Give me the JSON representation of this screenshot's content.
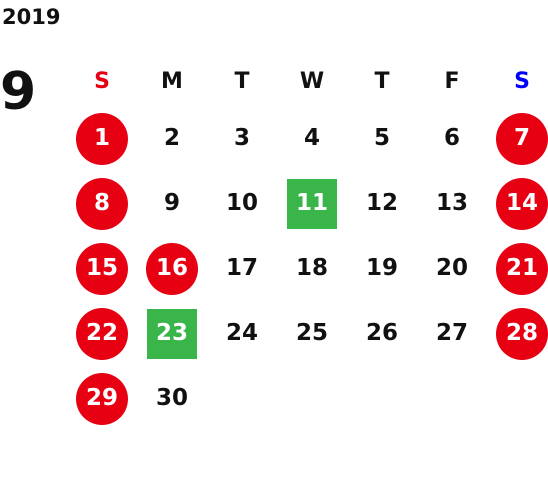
{
  "header": {
    "year": "2019",
    "month": "9"
  },
  "colors": {
    "holiday": "#e60012",
    "event": "#39b54a",
    "sunday_header": "#e60012",
    "saturday_header": "#0000ff"
  },
  "weekdays": [
    "S",
    "M",
    "T",
    "W",
    "T",
    "F",
    "S"
  ],
  "weeks": [
    [
      {
        "label": "1",
        "type": "holiday"
      },
      {
        "label": "2",
        "type": "normal"
      },
      {
        "label": "3",
        "type": "normal"
      },
      {
        "label": "4",
        "type": "normal"
      },
      {
        "label": "5",
        "type": "normal"
      },
      {
        "label": "6",
        "type": "normal"
      },
      {
        "label": "7",
        "type": "holiday"
      }
    ],
    [
      {
        "label": "8",
        "type": "holiday"
      },
      {
        "label": "9",
        "type": "normal"
      },
      {
        "label": "10",
        "type": "normal"
      },
      {
        "label": "11",
        "type": "event"
      },
      {
        "label": "12",
        "type": "normal"
      },
      {
        "label": "13",
        "type": "normal"
      },
      {
        "label": "14",
        "type": "holiday"
      }
    ],
    [
      {
        "label": "15",
        "type": "holiday"
      },
      {
        "label": "16",
        "type": "holiday"
      },
      {
        "label": "17",
        "type": "normal"
      },
      {
        "label": "18",
        "type": "normal"
      },
      {
        "label": "19",
        "type": "normal"
      },
      {
        "label": "20",
        "type": "normal"
      },
      {
        "label": "21",
        "type": "holiday"
      }
    ],
    [
      {
        "label": "22",
        "type": "holiday"
      },
      {
        "label": "23",
        "type": "event"
      },
      {
        "label": "24",
        "type": "normal"
      },
      {
        "label": "25",
        "type": "normal"
      },
      {
        "label": "26",
        "type": "normal"
      },
      {
        "label": "27",
        "type": "normal"
      },
      {
        "label": "28",
        "type": "holiday"
      }
    ],
    [
      {
        "label": "29",
        "type": "holiday"
      },
      {
        "label": "30",
        "type": "normal"
      },
      {
        "label": "",
        "type": "empty"
      },
      {
        "label": "",
        "type": "empty"
      },
      {
        "label": "",
        "type": "empty"
      },
      {
        "label": "",
        "type": "empty"
      },
      {
        "label": "",
        "type": "empty"
      }
    ]
  ]
}
